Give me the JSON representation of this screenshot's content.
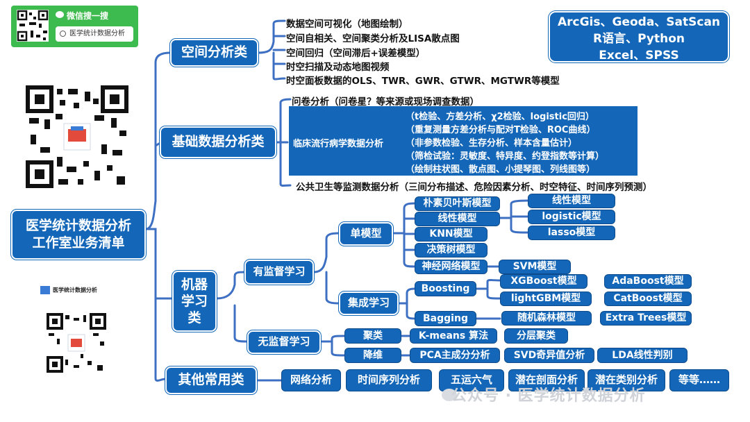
{
  "wechat": {
    "title": "微信搜一搜",
    "search": "医学统计数据分析"
  },
  "tools_lines": [
    "ArcGis、Geoda、SatScan",
    "R语言、Python",
    "Excel、SPSS"
  ],
  "root": "医学统计数据分析\n工作室业务清单",
  "categories": {
    "spatial": "空间分析类",
    "basic": "基础数据分析类",
    "ml": "机器\n学习\n类",
    "other": "其他常用类"
  },
  "spatial_items": [
    "数据空间可视化（地图绘制）",
    "空间自相关、空间聚类分析及LISA散点图",
    "空间回归（空间滞后+误差模型）",
    "时空扫描及动态地图视频",
    "时空面板数据的OLS、TWR、GWR、GTWR、MGTWR等模型"
  ],
  "basic": {
    "questionnaire": "问卷分析（问卷星？等来源或现场调查数据）",
    "clinical_label": "临床流行病学数据分析",
    "clinical_items": [
      "（t检验、方差分析、χ2检验、logistic回归）",
      "（重复测量方差分析与配对T检验、ROC曲线）",
      "（非参数检验、生存分析、样本含量估计）",
      "（筛检试验：灵敏度、特异度、约登指数等计算）",
      "（绘制柱状图、散点图、小提琴图、列线图等）"
    ],
    "public_health": "公共卫生等监测数据分析（三间分布描述、危险因素分析、时空特征、时间序列预测）"
  },
  "ml": {
    "supervised": "有监督学习",
    "unsupervised": "无监督学习",
    "single": "单模型",
    "ensemble": "集成学习",
    "single_models": [
      "朴素贝叶斯模型",
      "线性模型",
      "KNN模型",
      "决策树模型",
      "神经网络模型"
    ],
    "linear_sub": [
      "线性模型",
      "logistic模型",
      "lasso模型"
    ],
    "svm": "SVM模型",
    "boosting": "Boosting",
    "bagging": "Bagging",
    "boost_models": [
      "XGBoost模型",
      "lightGBM模型"
    ],
    "boost_models2": [
      "AdaBoost模型",
      "CatBoost模型"
    ],
    "bagging_models": [
      "随机森林模型",
      "Extra Trees模型"
    ],
    "clustering": "聚类",
    "clustering_items": [
      "K-means 算法",
      "分层聚类"
    ],
    "reduction": "降维",
    "reduction_items": [
      "PCA主成分分析",
      "SVD奇异值分析",
      "LDA线性判别"
    ]
  },
  "other_items": [
    "网络分析",
    "时间序列分析",
    "五运六气",
    "潜在剖面分析",
    "潜在类别分析",
    "等等……"
  ],
  "small_card": "医学统计数据分析",
  "watermark": "公众号 · 医学统计数据分析",
  "colors": {
    "box": "#1467b8",
    "line": "#3d6fc2",
    "wechat_green": "#3dbb4e"
  }
}
